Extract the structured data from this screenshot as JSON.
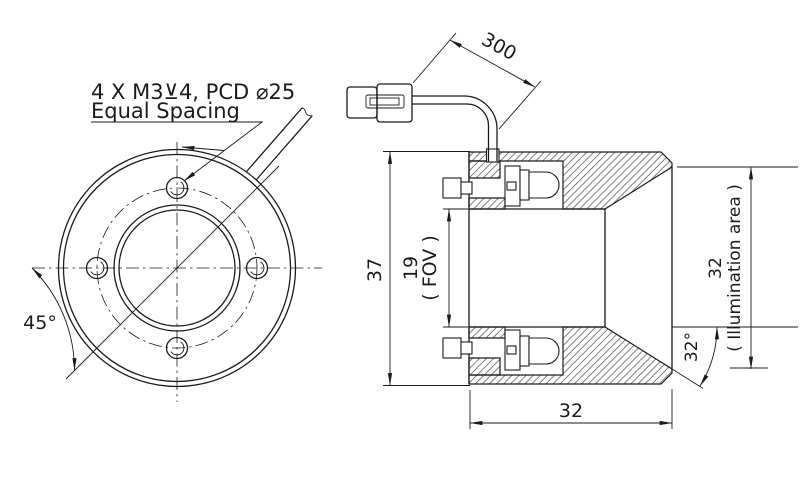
{
  "note": {
    "line1": "4 X M3⊻4, PCD ⌀25",
    "line2": "Equal Spacing"
  },
  "front_view": {
    "spacing_angle": "45°"
  },
  "section_view": {
    "cable_length": "300",
    "body_height": "37",
    "fov": {
      "value": "19",
      "label": "( FOV )"
    },
    "illumination": {
      "value": "32",
      "label": "( Illumination area )"
    },
    "emission_angle": "32°",
    "body_width": "32"
  },
  "colors": {
    "line": "#1b1b1b",
    "background": "#ffffff"
  }
}
